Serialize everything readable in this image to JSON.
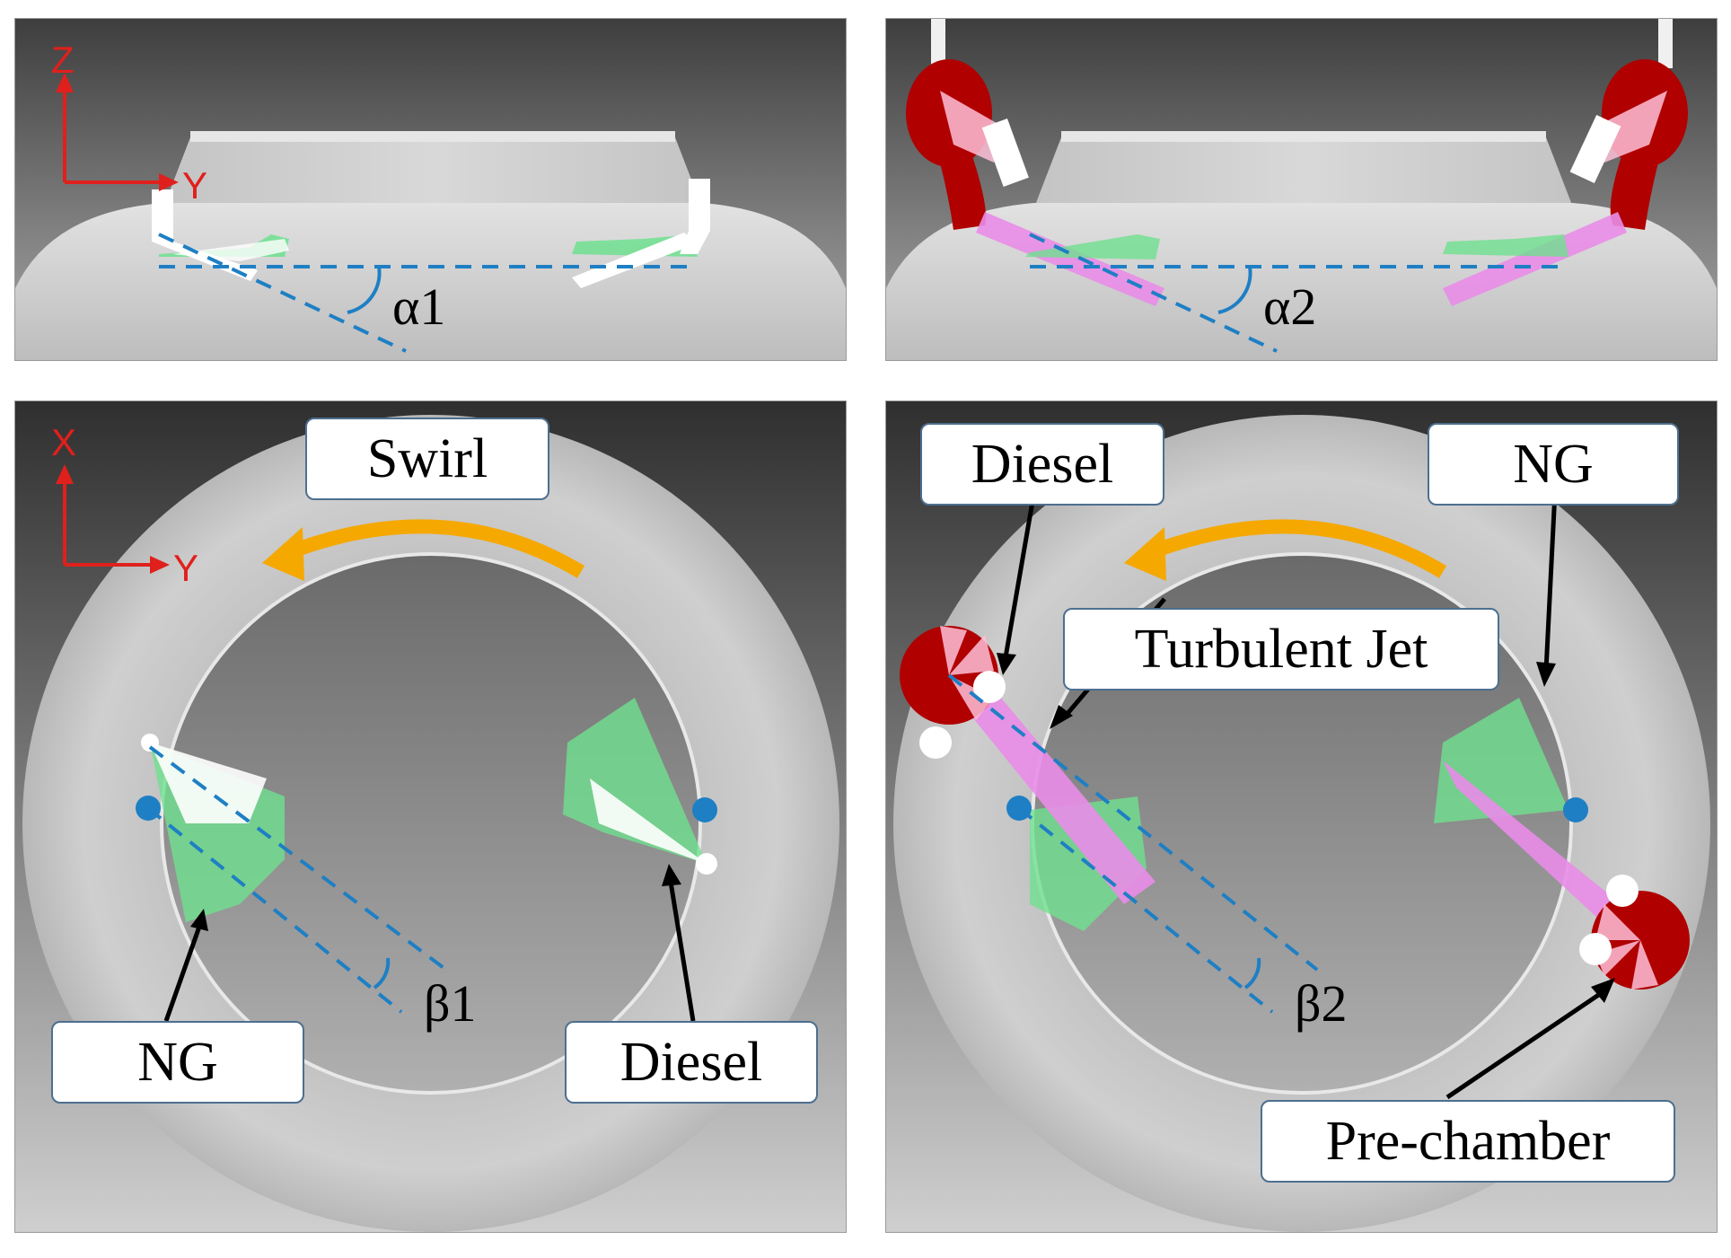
{
  "panels": {
    "top_left": {
      "axis_vertical": "Z",
      "axis_horizontal": "Y",
      "angle_label": "α1"
    },
    "top_right": {
      "angle_label": "α2"
    },
    "bottom_left": {
      "axis_vertical": "X",
      "axis_horizontal": "Y",
      "swirl_label": "Swirl",
      "ng_label": "NG",
      "diesel_label": "Diesel",
      "angle_label": "β1"
    },
    "bottom_right": {
      "diesel_label": "Diesel",
      "ng_label": "NG",
      "jet_label": "Turbulent Jet",
      "prechamber_label": "Pre-chamber",
      "angle_label": "β2"
    }
  },
  "colors": {
    "axis": "#e0201c",
    "dashed_line": "#1e7fc4",
    "swirl_arrow": "#f5a800",
    "spray_green": "#6fe08f",
    "prechamber_red": "#b00000",
    "jet_pink": "#e98ce8",
    "callout_border": "#4d6f8f"
  }
}
